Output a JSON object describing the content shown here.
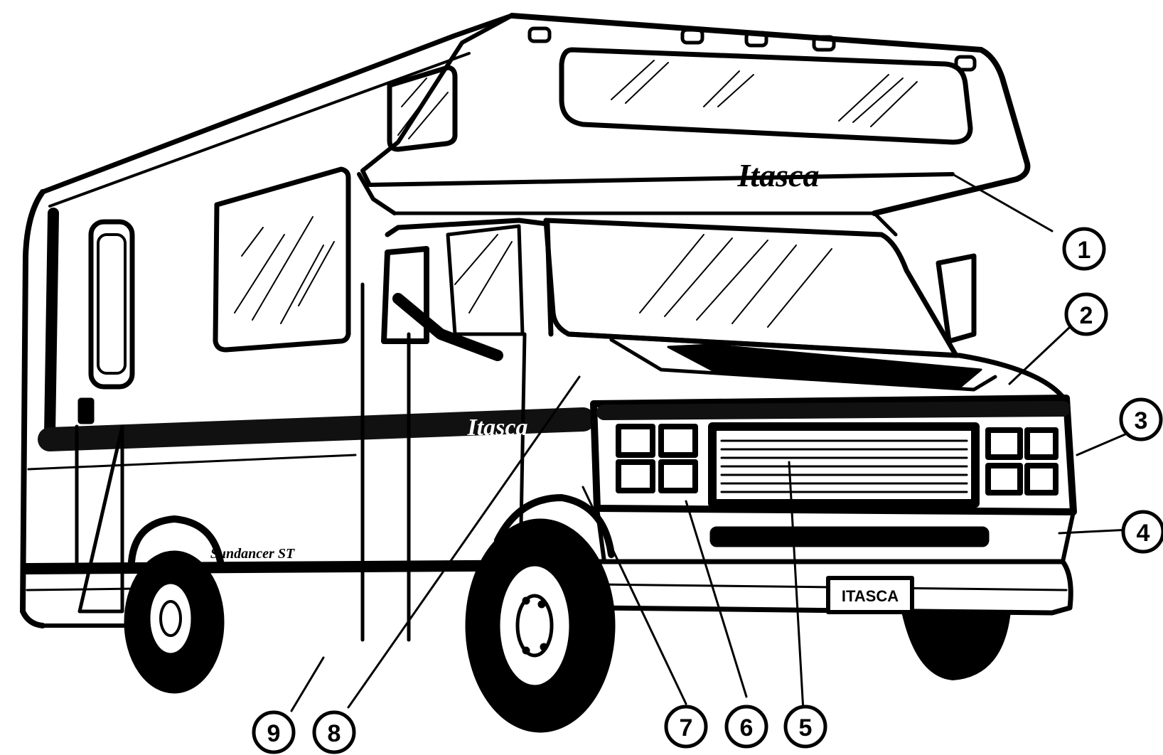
{
  "labels": {
    "overcab_brand": "Itasca",
    "side_brand": "Itasca",
    "side_model": "Sundancer ST",
    "license_plate": "ITASCA"
  },
  "callouts": [
    {
      "number": "1"
    },
    {
      "number": "2"
    },
    {
      "number": "3"
    },
    {
      "number": "4"
    },
    {
      "number": "5"
    },
    {
      "number": "6"
    },
    {
      "number": "7"
    },
    {
      "number": "8"
    },
    {
      "number": "9"
    }
  ]
}
